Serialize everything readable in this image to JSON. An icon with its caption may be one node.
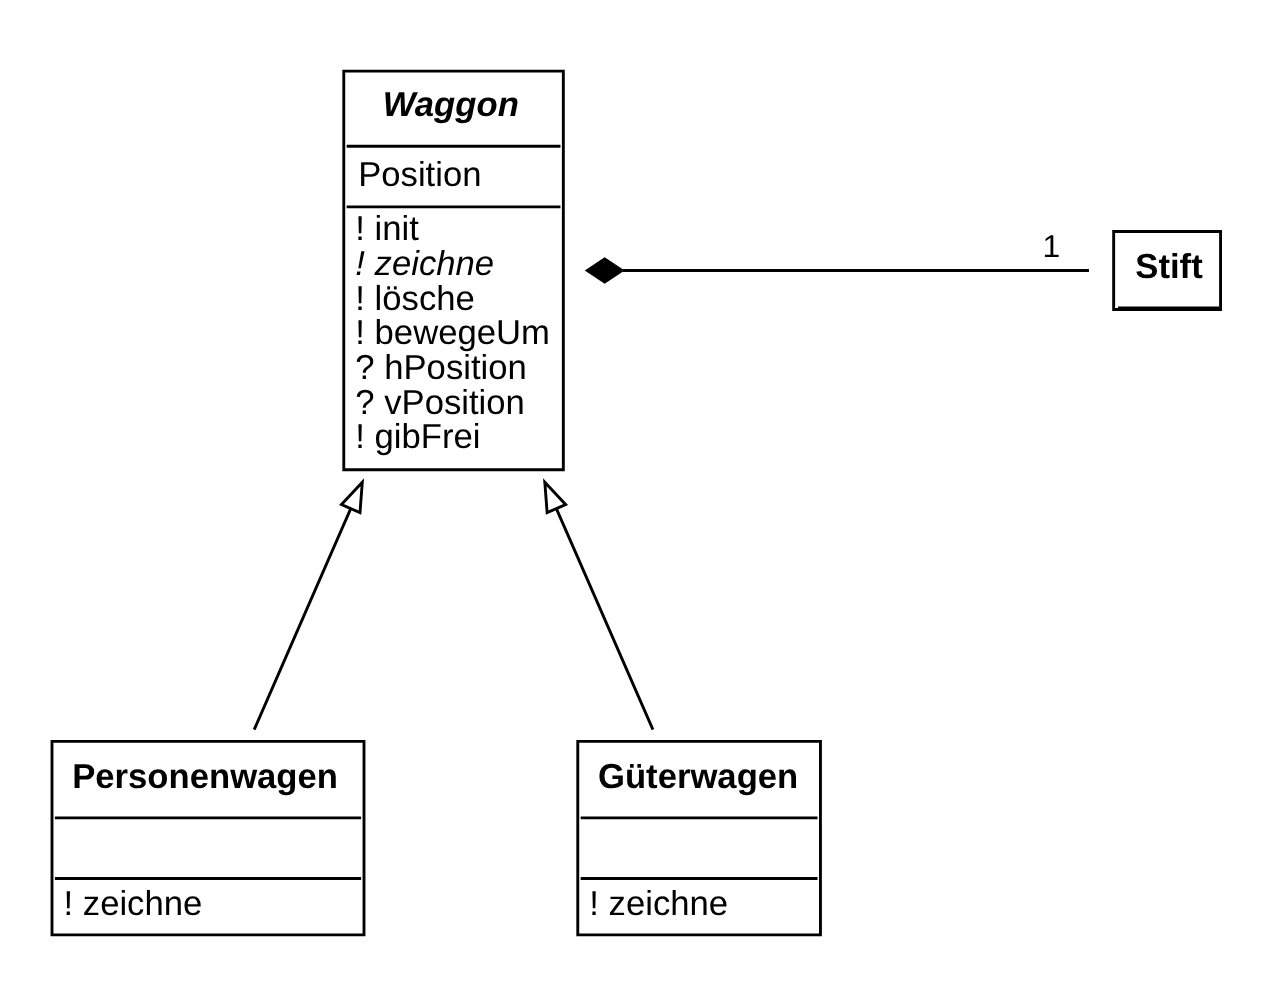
{
  "diagram": {
    "nodes": [
      {
        "text": [
          "Waggon",
          "Position",
          "! init",
          "! zeichne",
          "! lösche",
          "! bewegeUm",
          "? hPosition",
          "? vPosition",
          "! gibFrei"
        ]
      },
      {
        "text": [
          "Stift"
        ]
      },
      {
        "text": [
          "Personenwagen",
          "! zeichne"
        ]
      },
      {
        "text": [
          "Güterwagen",
          "! zeichne"
        ]
      }
    ],
    "edges": [
      {
        "from": 0,
        "to": 1,
        "arrow": "other",
        "label": "1"
      },
      {
        "from": 2,
        "to": 0,
        "arrow": "to"
      },
      {
        "from": 3,
        "to": 0,
        "arrow": "to"
      }
    ]
  }
}
